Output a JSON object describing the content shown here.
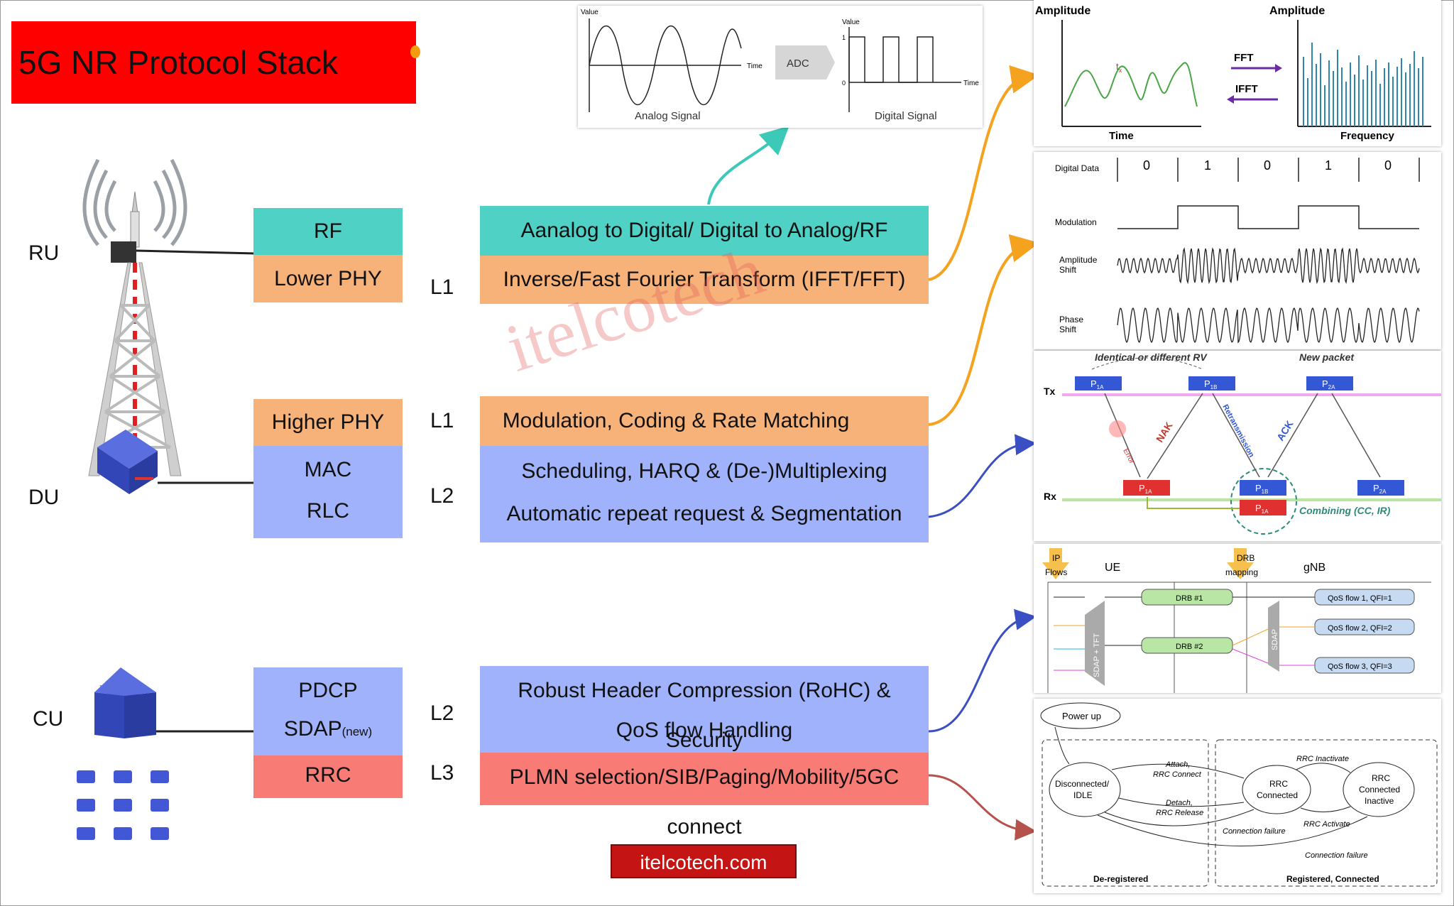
{
  "title": "5G NR Protocol Stack",
  "watermark": "itelcotech",
  "url": "itelcotech.com",
  "nodes": {
    "ru": "RU",
    "du": "DU",
    "cu": "CU"
  },
  "layers": {
    "rf": "RF",
    "lower_phy": "Lower PHY",
    "higher_phy": "Higher PHY",
    "mac": "MAC",
    "rlc": "RLC",
    "pdcp": "PDCP",
    "sdap": "SDAP",
    "sdap_note": "(new)",
    "rrc": "RRC"
  },
  "levels": {
    "l1_top": "L1",
    "l1_mid": "L1",
    "l2_du": "L2",
    "l2_cu": "L2",
    "l3": "L3"
  },
  "functions": {
    "ad_da": "Aanalog to Digital/ Digital to Analog/RF",
    "ifft": "Inverse/Fast Fourier Transform (IFFT/FFT)",
    "modulation": "Modulation, Coding & Rate Matching",
    "scheduling": "Scheduling, HARQ & (De-)Multiplexing",
    "arq": "Automatic repeat request & Segmentation",
    "rohc": "Robust Header Compression (RoHC) & Security",
    "qos": "QoS flow Handling",
    "plmn": "PLMN selection/SIB/Paging/Mobility/5GC connect"
  },
  "adc_panel": {
    "value1": "Value",
    "value2": "Value",
    "time1": "Time",
    "time2": "Time",
    "adc": "ADC",
    "analog": "Analog Signal",
    "digital": "Digital Signal",
    "one": "1",
    "zero": "0"
  },
  "fft_panel": {
    "amp1": "Amplitude",
    "amp2": "Amplitude",
    "time": "Time",
    "freq": "Frequency",
    "fft": "FFT",
    "ifft": "IFFT",
    "tx": "t",
    "tx_sub": "x"
  },
  "mod_panel": {
    "digital_data": "Digital Data",
    "bits": [
      "0",
      "1",
      "0",
      "1",
      "0"
    ],
    "modulation": "Modulation",
    "amp1": "Amplitude",
    "amp2": "Shift",
    "ph1": "Phase",
    "ph2": "Shift"
  },
  "harq_panel": {
    "identical": "Identical or different RV",
    "new_packet": "New packet",
    "tx": "Tx",
    "rx": "Rx",
    "nak": "NAK",
    "ack": "ACK",
    "retrans": "Retransmission",
    "err": "Error",
    "combining": "Combining (CC, IR)",
    "p1a": "P",
    "p1a_sub": "1A",
    "p1b_sub": "1B",
    "p2a_sub": "2A"
  },
  "qos_panel": {
    "ip1": "IP",
    "ip2": "Flows",
    "ue": "UE",
    "drb1": "DRB",
    "drb2": "mapping",
    "gnb": "gNB",
    "sdap_tft": "SDAP + TFT",
    "sdap": "SDAP",
    "drb_a": "DRB #1",
    "drb_b": "DRB #2",
    "flow1": "QoS flow 1, QFI=1",
    "flow2": "QoS flow 2, QFI=2",
    "flow3": "QoS flow 3, QFI=3"
  },
  "rrc_panel": {
    "power_up": "Power up",
    "idle1": "Disconnected/",
    "idle2": "IDLE",
    "conn1": "RRC",
    "conn2": "Connected",
    "inact1": "RRC",
    "inact2": "Connected",
    "inact3": "Inactive",
    "attach1": "Attach,",
    "attach2": "RRC Connect",
    "detach1": "Detach,",
    "detach2": "RRC Release",
    "rrc_inactivate": "RRC Inactivate",
    "rrc_activate": "RRC Activate",
    "conn_fail1": "Connection failure",
    "conn_fail2": "Connection failure",
    "dereg": "De-registered",
    "reg": "Registered, Connected"
  },
  "colors": {
    "title_bg": "#ff0000",
    "teal": "#4fd1c5",
    "orange": "#f7b27a",
    "blue": "#9fb2fb",
    "red": "#f87c75",
    "arrow_orange": "#f5a21f",
    "arrow_blue": "#3b4fc4",
    "arrow_red": "#b5524b",
    "arrow_teal": "#3cc9b8"
  }
}
